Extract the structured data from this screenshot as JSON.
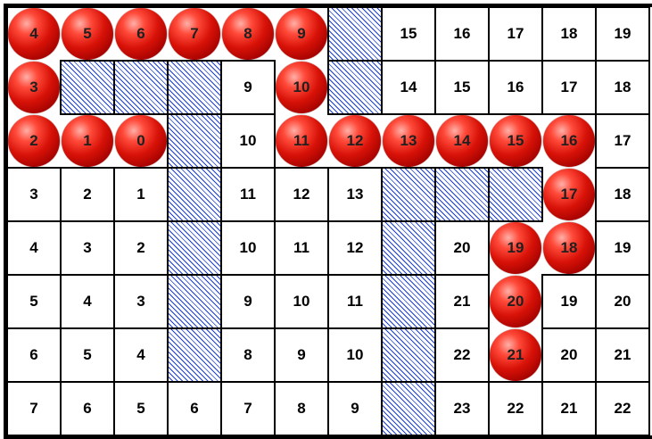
{
  "grid": [
    [
      "4",
      "5",
      "6",
      "7",
      "8",
      "9",
      null,
      "15",
      "16",
      "17",
      "18",
      "19"
    ],
    [
      "3",
      null,
      null,
      null,
      "9",
      "10",
      null,
      "14",
      "15",
      "16",
      "17",
      "18"
    ],
    [
      "2",
      "1",
      "0",
      null,
      "10",
      "11",
      "12",
      "13",
      "14",
      "15",
      "16",
      "17"
    ],
    [
      "3",
      "2",
      "1",
      null,
      "11",
      "12",
      "13",
      null,
      null,
      null,
      "17",
      "18"
    ],
    [
      "4",
      "3",
      "2",
      null,
      "10",
      "11",
      "12",
      null,
      "20",
      "19",
      "18",
      "19"
    ],
    [
      "5",
      "4",
      "3",
      null,
      "9",
      "10",
      "11",
      null,
      "21",
      "20",
      "19",
      "20"
    ],
    [
      "6",
      "5",
      "4",
      null,
      "8",
      "9",
      "10",
      null,
      "22",
      "21",
      "20",
      "21"
    ],
    [
      "7",
      "6",
      "5",
      "6",
      "7",
      "8",
      "9",
      null,
      "23",
      "22",
      "21",
      "22"
    ]
  ],
  "path": [
    [
      2,
      2
    ],
    [
      2,
      1
    ],
    [
      2,
      0
    ],
    [
      1,
      0
    ],
    [
      0,
      0
    ],
    [
      0,
      1
    ],
    [
      0,
      2
    ],
    [
      0,
      3
    ],
    [
      0,
      4
    ],
    [
      0,
      5
    ],
    [
      1,
      5
    ],
    [
      2,
      5
    ],
    [
      2,
      6
    ],
    [
      2,
      7
    ],
    [
      2,
      8
    ],
    [
      2,
      9
    ],
    [
      2,
      10
    ],
    [
      3,
      10
    ],
    [
      4,
      10
    ],
    [
      4,
      9
    ],
    [
      5,
      9
    ],
    [
      6,
      9
    ]
  ],
  "colors": {
    "wall_hatch": "#1a3fd0",
    "ball": "#d81208",
    "grid_line": "#000000",
    "background": "#ffffff"
  }
}
